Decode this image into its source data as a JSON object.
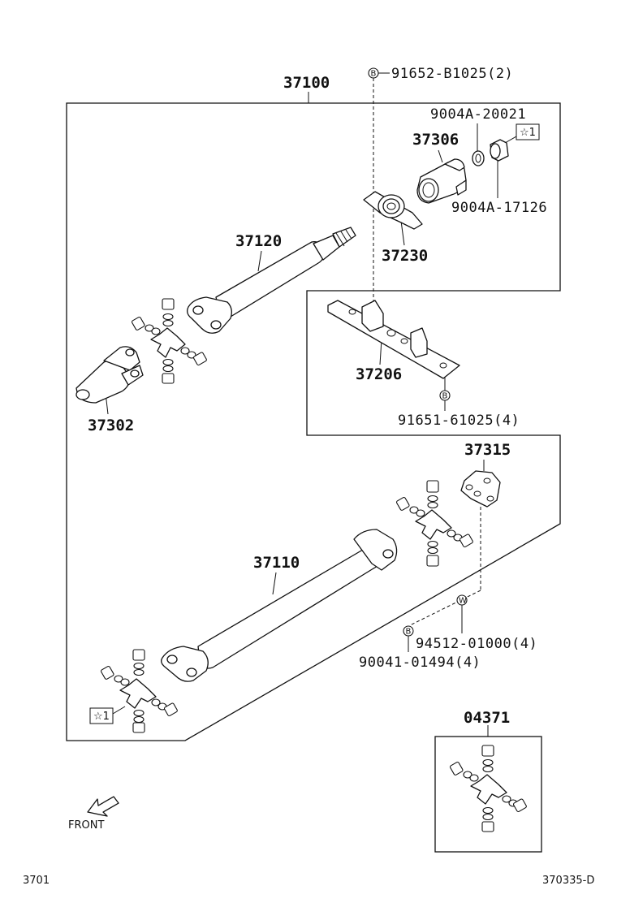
{
  "assembly": {
    "number": "37100"
  },
  "parts": {
    "p37306": "37306",
    "p37120": "37120",
    "p37230": "37230",
    "p37206": "37206",
    "p37302": "37302",
    "p37315": "37315",
    "p37110": "37110",
    "p04371": "04371"
  },
  "fasteners": {
    "f91652": "91652-B1025(2)",
    "f9004a_20021": "9004A-20021",
    "f9004a_17126": "9004A-17126",
    "f91651": "91651-61025(4)",
    "f94512": "94512-01000(4)",
    "f90041": "90041-01494(4)"
  },
  "markers": {
    "bolt_b": "B",
    "washer_w": "W",
    "star_note": "☆1"
  },
  "direction": {
    "front": "FRONT"
  },
  "footer": {
    "left_code": "3701",
    "right_code": "370335-D"
  }
}
